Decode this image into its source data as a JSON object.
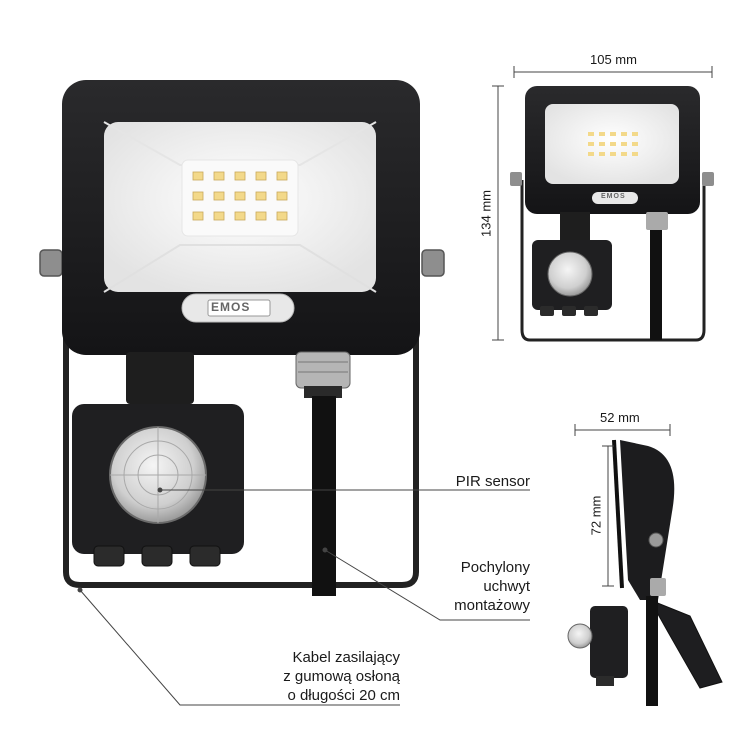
{
  "brand": "EMOS",
  "callouts": {
    "pir_sensor": "PIR sensor",
    "mount_line1": "Pochylony",
    "mount_line2": "uchwyt",
    "mount_line3": "montażowy",
    "cable_line1": "Kabel zasilający",
    "cable_line2": "z gumową osłoną",
    "cable_line3": "o długości 20 cm"
  },
  "dimensions": {
    "width_front": "105 mm",
    "height_front": "134 mm",
    "depth_side": "52 mm",
    "height_side": "72 mm"
  },
  "colors": {
    "housing": "#1c1c1e",
    "led_panel": "#f7f7f7",
    "led_chip": "#f3d98a",
    "line": "#444444"
  }
}
